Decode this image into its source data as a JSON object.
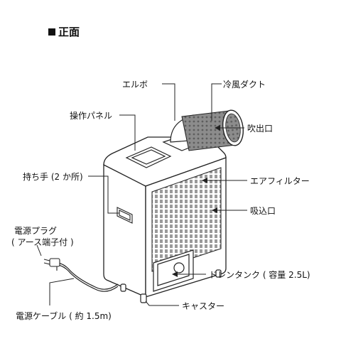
{
  "header": {
    "title": "正面"
  },
  "labels": {
    "elbow": "エルボ",
    "cold_duct": "冷風ダクト",
    "panel": "操作パネル",
    "outlet": "吹出口",
    "handle": "持ち手 (2 か所)",
    "filter": "エアフィルター",
    "intake": "吸込口",
    "plug_line1": "電源プラグ",
    "plug_line2": "( アース端子付 )",
    "drain": "ドレンタンク ( 容量 2.5L)",
    "caster": "キャスター",
    "cable": "電源ケーブル ( 約 1.5m)"
  },
  "colors": {
    "line": "#222222",
    "grille": "#8a8a8a",
    "duct": "#7a7a7a"
  },
  "icons": {
    "title_marker": "black-square-icon"
  }
}
